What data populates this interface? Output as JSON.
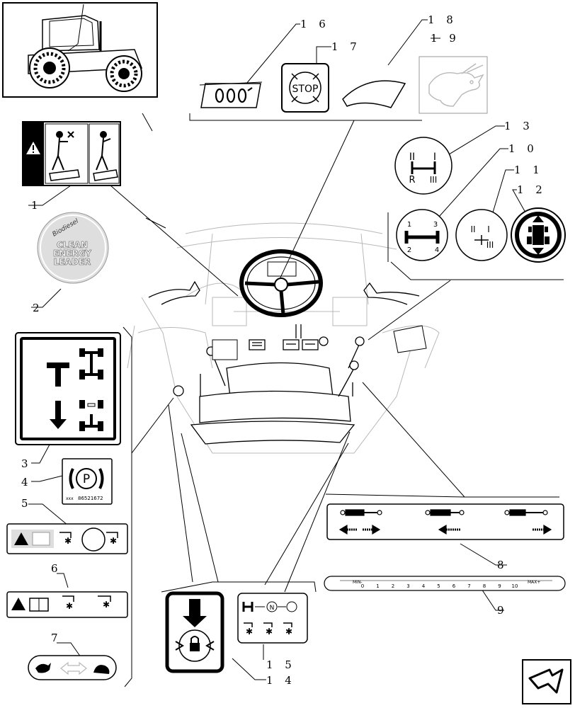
{
  "callouts": {
    "n1": "1",
    "n2": "2",
    "n3": "3",
    "n4": "4",
    "n5": "5",
    "n6": "6",
    "n7": "7",
    "n8": "8",
    "n9": "9",
    "n10": "1 0",
    "n11": "1 1",
    "n12": "1 2",
    "n13": "1 3",
    "n14": "1 4",
    "n15": "1 5",
    "n16": "1 6",
    "n17": "1 7",
    "n18": "1 8",
    "n19": "1 9"
  },
  "decals": {
    "stop_label": "STOP",
    "clean_energy": {
      "arc_text": "Biodiesel",
      "line1": "CLEAN",
      "line2": "ENERGY",
      "line3": "LEADER"
    },
    "park_brake": {
      "letter": "P",
      "code_prefix": "xxx",
      "code": "86521672"
    },
    "gear_range": {
      "top_left": "II",
      "top_right": "I",
      "bottom_left": "R",
      "bottom_right": "III"
    },
    "gear_h": {
      "tl": "1",
      "tr": "3",
      "bl": "2",
      "br": "4"
    },
    "gear_small": {
      "a": "II",
      "b": "I",
      "c": "III"
    },
    "gauge": {
      "min": "MIN-",
      "max": "MAX+",
      "ticks": [
        "0",
        "1",
        "2",
        "3",
        "4",
        "5",
        "6",
        "7",
        "8",
        "9",
        "10"
      ]
    },
    "shuttle_n": "N"
  },
  "colors": {
    "ink": "#000000",
    "paper": "#ffffff",
    "grey_decal": "#dedede",
    "faint": "#b8b8b8"
  }
}
